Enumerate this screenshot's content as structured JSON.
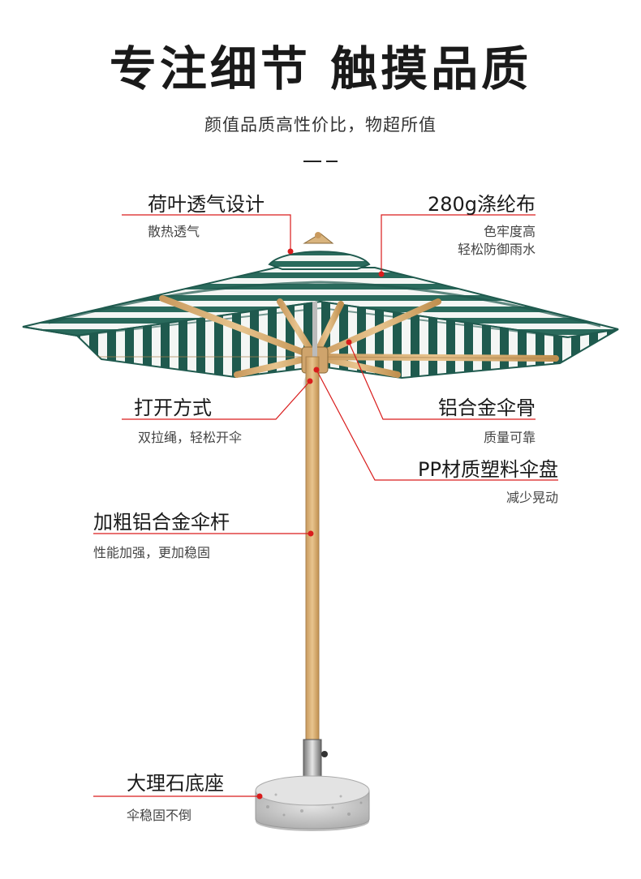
{
  "header": {
    "title": "专注细节 触摸品质",
    "subtitle": "颜值品质高性价比，物超所值"
  },
  "callouts": {
    "vent": {
      "title": "荷叶透气设计",
      "desc": "散热透气"
    },
    "fabric": {
      "title": "280g涤纶布",
      "desc1": "色牢度高",
      "desc2": "轻松防御雨水"
    },
    "open": {
      "title": "打开方式",
      "desc": "双拉绳，轻松开伞"
    },
    "ribs": {
      "title": "铝合金伞骨",
      "desc": "质量可靠"
    },
    "hub": {
      "title": "PP材质塑料伞盘",
      "desc": "减少晃动"
    },
    "pole": {
      "title": "加粗铝合金伞杆",
      "desc": "性能加强，更加稳固"
    },
    "base": {
      "title": "大理石底座",
      "desc": "伞稳固不倒"
    }
  },
  "colors": {
    "canopy_green": "#1f5a4e",
    "canopy_white": "#f4f6f4",
    "wood": "#d9b47e",
    "leader_red": "#d91c1c",
    "marble": "#cfcfcf"
  }
}
